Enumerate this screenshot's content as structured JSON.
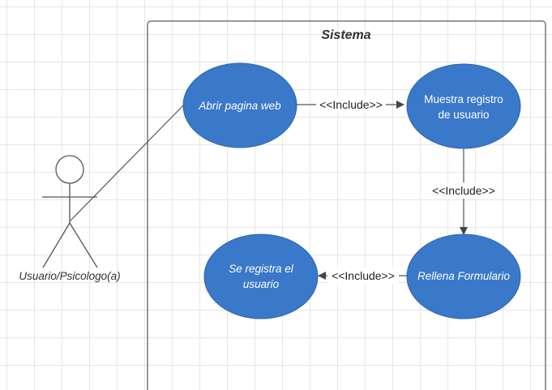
{
  "system": {
    "title": "Sistema"
  },
  "actor": {
    "label": "Usuario/Psicologo(a)"
  },
  "use_cases": {
    "abrir": {
      "label": "Abrir pagina web"
    },
    "muestra": {
      "line1": "Muestra registro",
      "line2": "de usuario"
    },
    "rellena": {
      "label": "Rellena Formulario"
    },
    "registra": {
      "line1": "Se registra el",
      "line2": "usuario"
    }
  },
  "relations": {
    "include_1": "<<Include>>",
    "include_2": "<<Include>>",
    "include_3": "<<Include>>"
  },
  "colors": {
    "use_case_fill": "#3a78c9",
    "use_case_stroke": "#2d65b0",
    "line": "#555555"
  }
}
